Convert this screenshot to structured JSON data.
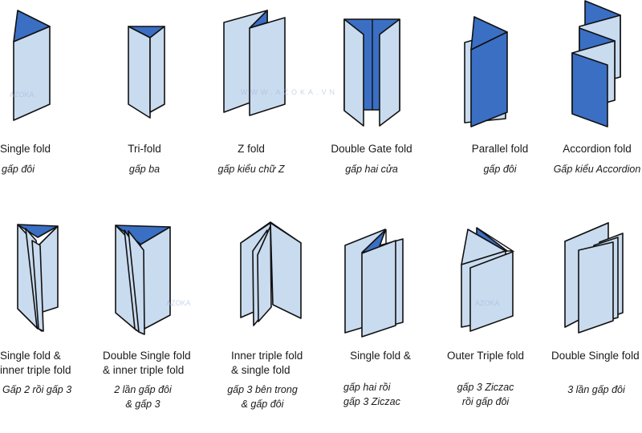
{
  "colors": {
    "panel_light": "#c9dbef",
    "panel_dark": "#3a6fc4",
    "outline": "#111111"
  },
  "watermark": {
    "brand": "AZOKA",
    "site": "WWW.AZOKA.VN"
  },
  "folds": [
    {
      "title": [
        "Single fold"
      ],
      "subtitle": [
        "gấp đôi"
      ]
    },
    {
      "title": [
        "Tri-fold"
      ],
      "subtitle": [
        "gấp ba"
      ]
    },
    {
      "title": [
        "Z fold"
      ],
      "subtitle": [
        "gấp kiểu chữ Z"
      ]
    },
    {
      "title": [
        "Double Gate fold"
      ],
      "subtitle": [
        "gấp hai cửa"
      ]
    },
    {
      "title": [
        "Parallel fold"
      ],
      "subtitle": [
        "gấp đôi"
      ]
    },
    {
      "title": [
        "Accordion fold"
      ],
      "subtitle": [
        "Gấp kiểu Accordion"
      ]
    },
    {
      "title": [
        "Single fold &",
        "inner triple fold"
      ],
      "subtitle": [
        "Gấp 2 rồi gấp 3"
      ]
    },
    {
      "title": [
        "Double Single fold",
        "& inner triple fold"
      ],
      "subtitle": [
        "2 lần gấp đôi",
        "& gấp 3"
      ]
    },
    {
      "title": [
        "Inner triple fold",
        "& single fold"
      ],
      "subtitle": [
        "gấp 3 bên trong",
        "& gấp đôi"
      ]
    },
    {
      "title": [
        "Single fold &"
      ],
      "subtitle": [
        "gấp hai rồi",
        "gấp 3 Ziczac"
      ]
    },
    {
      "title": [
        "Outer Triple fold"
      ],
      "subtitle": [
        "gấp 3 Ziczac",
        "rồi gấp đôi"
      ]
    },
    {
      "title": [
        "Double Single fold"
      ],
      "subtitle": [
        "3 lần gấp đôi"
      ]
    }
  ]
}
